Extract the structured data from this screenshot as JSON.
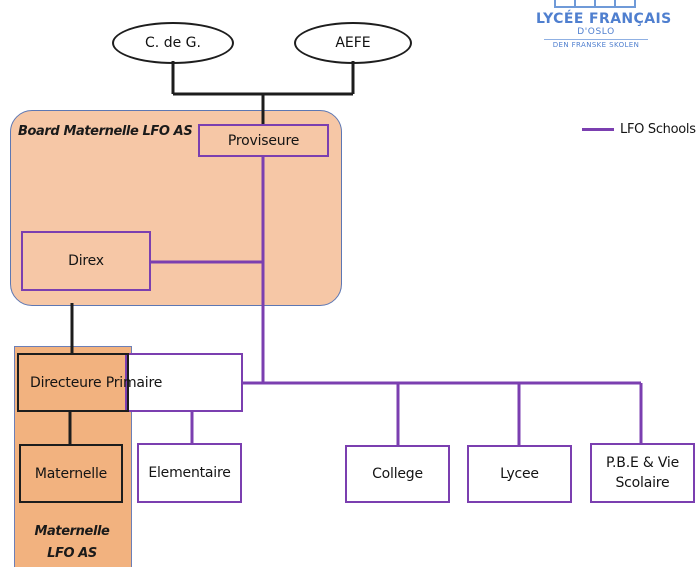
{
  "logo": {
    "line1": "LYCÉE FRANÇAIS",
    "line2": "D'OSLO",
    "line3": "DEN FRANSKE SKOLEN",
    "color": "#4f7fcf"
  },
  "legend": {
    "label": "LFO Schools",
    "color": "#7b3fb0"
  },
  "regions": {
    "board": {
      "title": "Board Maternelle LFO AS",
      "color": "#f6c7a6"
    },
    "maternelle": {
      "title_line1": "Maternelle",
      "title_line2": "LFO AS",
      "color": "#f2b27f"
    }
  },
  "nodes": {
    "cdeg": "C. de G.",
    "aefe": "AEFE",
    "proviseure": "Proviseure",
    "direx": "Direx",
    "directeure_primaire": "Directeure Primaire",
    "maternelle": "Maternelle",
    "elementaire": "Elementaire",
    "college": "College",
    "lycee": "Lycee",
    "pbe_line1": "P.B.E & Vie",
    "pbe_line2": "Scolaire"
  },
  "colors": {
    "black_link": "#1d1d1d",
    "purple_link": "#7b3fb0"
  }
}
